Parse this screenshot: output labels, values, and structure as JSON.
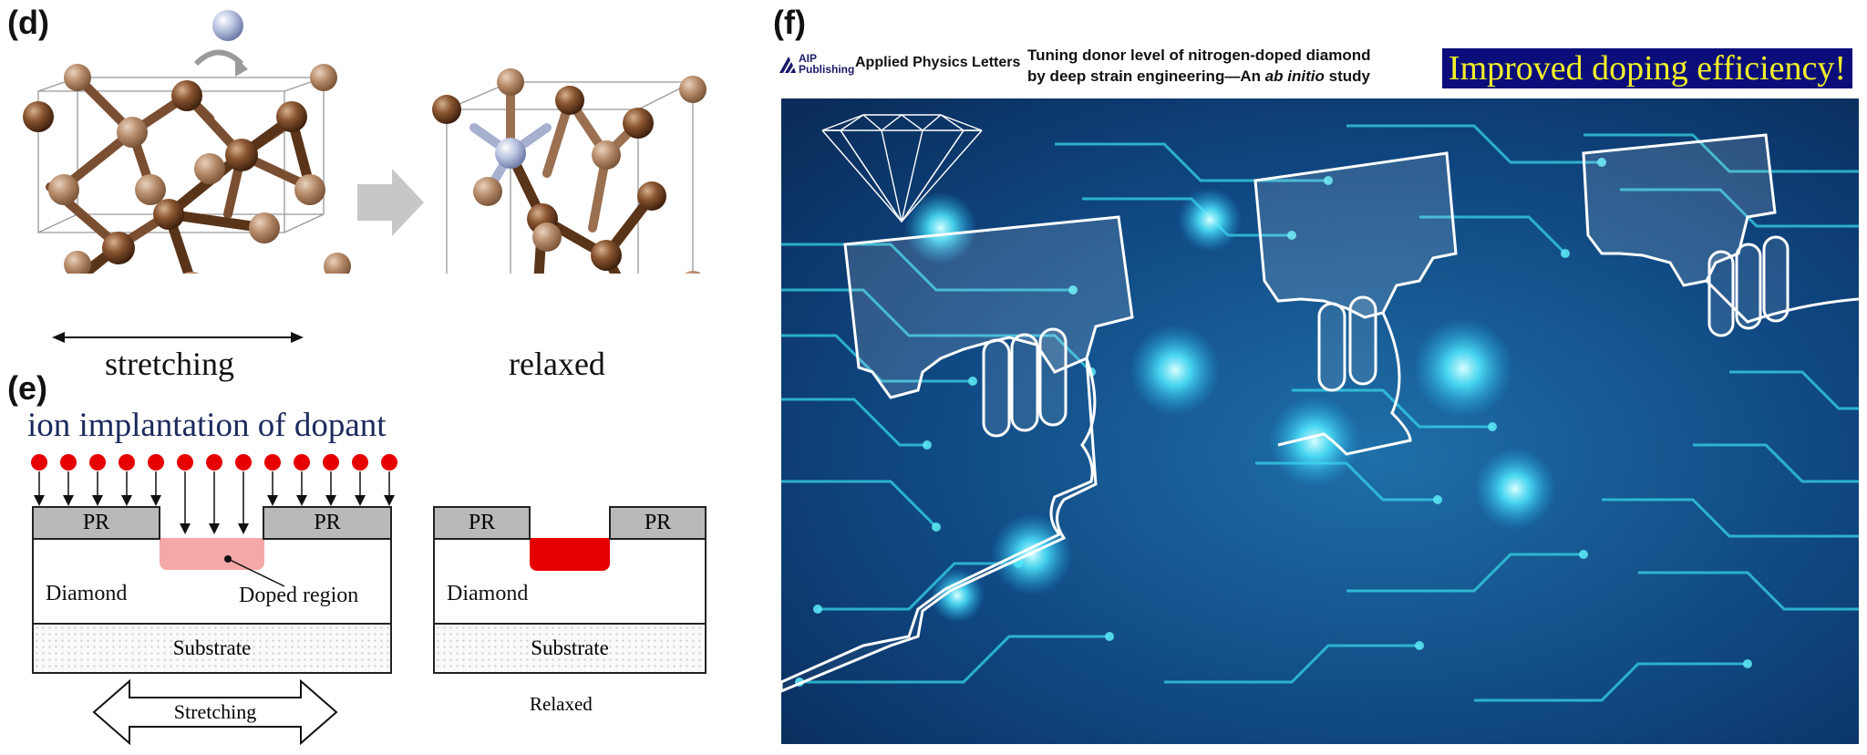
{
  "panel_d": {
    "label": "(d)",
    "left_caption": "stretching",
    "right_caption": "relaxed"
  },
  "panel_e": {
    "label": "(e)",
    "title": "ion implantation of dopant",
    "pr_left": "PR",
    "pr_right": "PR",
    "diamond_left": "Diamond",
    "doped_region": "Doped region",
    "substrate_left": "Substrate",
    "stretching_arrow": "Stretching",
    "pr_left2": "PR",
    "pr_right2": "PR",
    "diamond_right": "Diamond",
    "substrate_right": "Substrate",
    "relaxed": "Relaxed"
  },
  "panel_f": {
    "label": "(f)",
    "aip_line1": "AIP",
    "aip_line2": "Publishing",
    "journal": "Applied Physics Letters",
    "title_line1": "Tuning donor level of nitrogen-doped diamond",
    "title_line2_a": "by deep strain engineering—An ",
    "title_line2_b": "ab initio",
    "title_line2_c": " study",
    "banner": "Improved doping efficiency!"
  },
  "colors": {
    "carbon": "#7a4a2a",
    "nitrogen": "#b8c0dc",
    "dopant_ion": "#e60000",
    "doped_light": "#f5a8a8",
    "pr_gray": "#b9b9b9",
    "title_blue": "#1b2a5e",
    "banner_bg": "#0b0e7a",
    "banner_text": "#f2f02a",
    "circuit_bg": "#0e3d6e",
    "circuit_trace": "#36d6e8"
  }
}
